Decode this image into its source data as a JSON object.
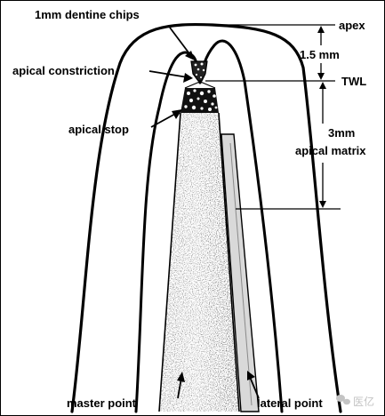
{
  "figure": {
    "labels": {
      "dentine_chips": "1mm dentine chips",
      "apex": "apex",
      "apical_constriction": "apical constriction",
      "dim_1_5mm": "1.5 mm",
      "twl": "TWL",
      "apical_stop": "apical stop",
      "dim_3mm": "3mm",
      "apical_matrix": "apical matrix",
      "master_point": "master point",
      "lateral_point": "lateral point"
    },
    "watermark": {
      "text": "医亿",
      "icon": "wechat-logo-icon"
    },
    "colors": {
      "ink": "#000000",
      "background": "#ffffff",
      "stipple": "#2a2a2a",
      "watermark": "#c4c4c4"
    }
  }
}
